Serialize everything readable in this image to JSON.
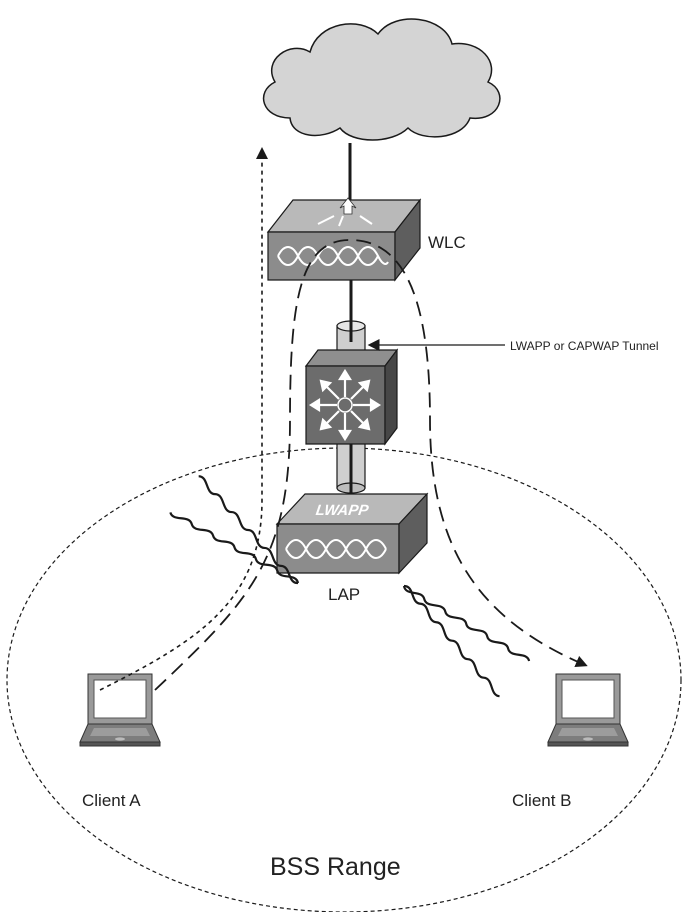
{
  "labels": {
    "wlc": "WLC",
    "lap": "LAP",
    "lap_device_text": "LWAPP",
    "tunnel": "LWAPP or CAPWAP Tunnel",
    "client_a": "Client A",
    "client_b": "Client B",
    "bss_range": "BSS Range"
  },
  "icons": {
    "cloud": "network-cloud-icon",
    "wlc": "wireless-lan-controller-icon",
    "switch": "multilayer-switch-icon",
    "lap": "lightweight-access-point-icon",
    "laptop": "laptop-icon"
  },
  "colors": {
    "device_top": "#b9b9b9",
    "device_front": "#8c8c8c",
    "device_side": "#5e5e5e",
    "switch_face": "#6c6c6c",
    "cloud_fill": "#d4d4d4",
    "tunnel_fill": "#cfcfcf",
    "line": "#1a1a1a"
  }
}
